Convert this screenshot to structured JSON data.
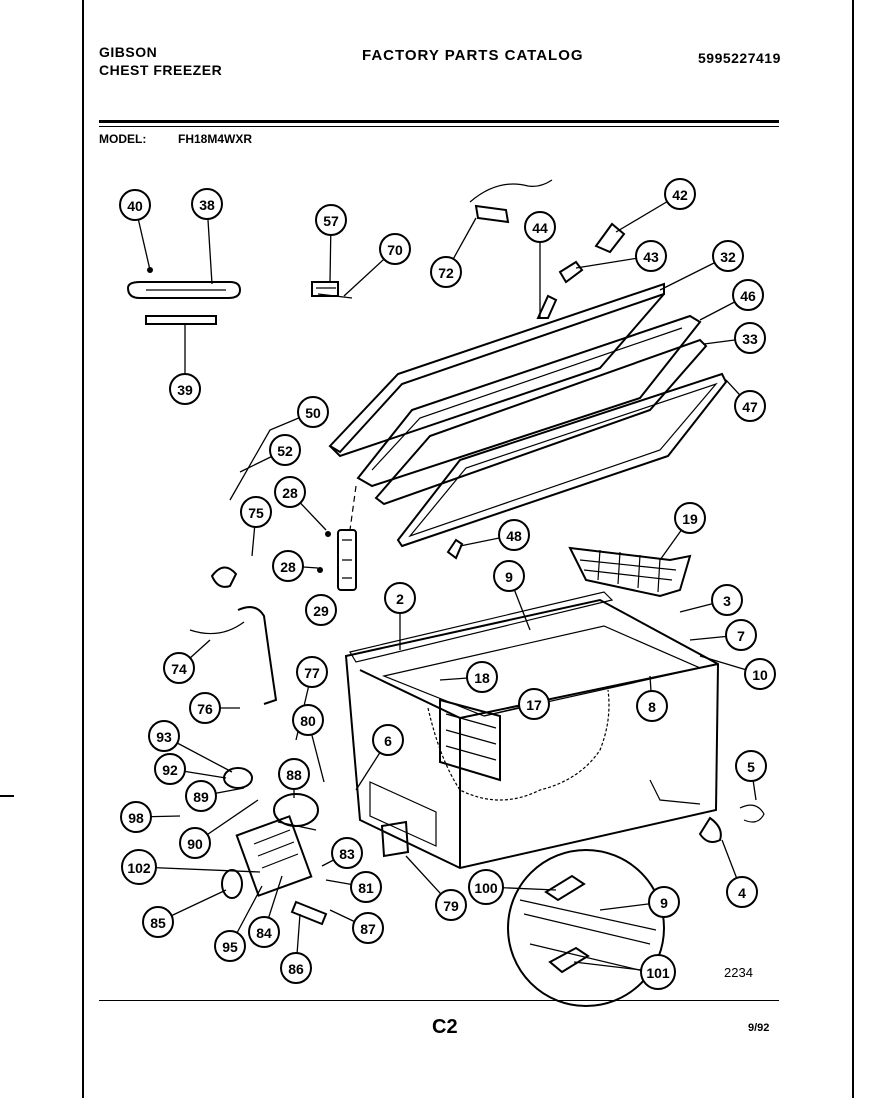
{
  "header": {
    "brand": "GIBSON",
    "product": "CHEST FREEZER",
    "catalog_title": "FACTORY PARTS CATALOG",
    "part_number": "5995227419"
  },
  "model": {
    "label": "MODEL:",
    "value": "FH18M4WXR"
  },
  "footer": {
    "page_code": "C2",
    "date": "9/92",
    "drawing_number": "2234"
  },
  "callouts": [
    {
      "label": "40"
    },
    {
      "label": "38"
    },
    {
      "label": "39"
    },
    {
      "label": "57"
    },
    {
      "label": "70"
    },
    {
      "label": "72"
    },
    {
      "label": "44"
    },
    {
      "label": "42"
    },
    {
      "label": "43"
    },
    {
      "label": "32"
    },
    {
      "label": "46"
    },
    {
      "label": "33"
    },
    {
      "label": "47"
    },
    {
      "label": "50"
    },
    {
      "label": "52"
    },
    {
      "label": "28"
    },
    {
      "label": "75"
    },
    {
      "label": "28"
    },
    {
      "label": "29"
    },
    {
      "label": "48"
    },
    {
      "label": "19"
    },
    {
      "label": "2"
    },
    {
      "label": "9"
    },
    {
      "label": "3"
    },
    {
      "label": "7"
    },
    {
      "label": "10"
    },
    {
      "label": "74"
    },
    {
      "label": "77"
    },
    {
      "label": "18"
    },
    {
      "label": "8"
    },
    {
      "label": "76"
    },
    {
      "label": "17"
    },
    {
      "label": "80"
    },
    {
      "label": "6"
    },
    {
      "label": "93"
    },
    {
      "label": "92"
    },
    {
      "label": "88"
    },
    {
      "label": "89"
    },
    {
      "label": "5"
    },
    {
      "label": "98"
    },
    {
      "label": "90"
    },
    {
      "label": "83"
    },
    {
      "label": "102"
    },
    {
      "label": "81"
    },
    {
      "label": "79"
    },
    {
      "label": "100"
    },
    {
      "label": "9"
    },
    {
      "label": "4"
    },
    {
      "label": "85"
    },
    {
      "label": "95"
    },
    {
      "label": "84"
    },
    {
      "label": "87"
    },
    {
      "label": "86"
    },
    {
      "label": "101"
    }
  ]
}
